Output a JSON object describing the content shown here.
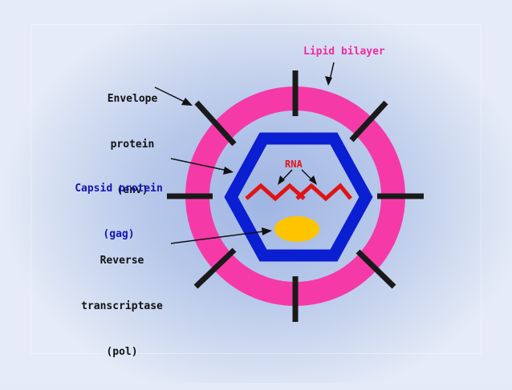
{
  "labels": {
    "lipid_bilayer": "Lipid bilayer",
    "envelope_protein_l1": "Envelope",
    "envelope_protein_l2": "protein",
    "envelope_protein_l3": "(env)",
    "capsid_protein_l1": "Capsid protein",
    "capsid_protein_l2": "(gag)",
    "reverse_transcriptase_l1": "Reverse",
    "reverse_transcriptase_l2": "transcriptase",
    "reverse_transcriptase_l3": "(pol)",
    "rna": "RNA"
  },
  "colors": {
    "lipid_bilayer": "#f53aa8",
    "capsid": "#0a1ed2",
    "rna": "#e01414",
    "enzyme": "#ffc400",
    "spikes": "#1a1a1a",
    "label_black": "#111111",
    "label_blue": "#1414b4",
    "label_pink": "#f02ca0"
  }
}
